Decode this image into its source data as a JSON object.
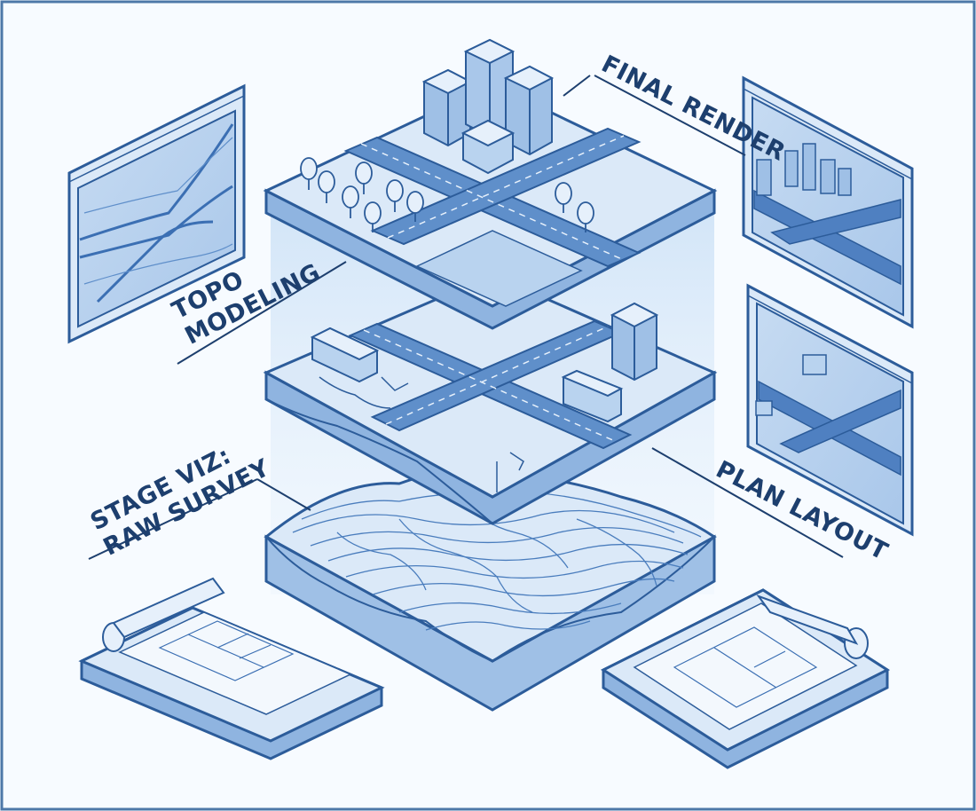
{
  "labels": {
    "final_render": "FINAL RENDER",
    "topo_line1": "TOPO",
    "topo_line2": "MODELING",
    "stage_line1": "STAGE VIZ:",
    "stage_line2": "RAW SURVEY",
    "plan_layout": "PLAN LAYOUT"
  },
  "colors": {
    "outline": "#2c5c9a",
    "fill_light": "#dbe9f8",
    "fill_mid": "#b9d3ef",
    "fill_dark": "#7fa7d6",
    "road": "#5f8fca",
    "glow": "#cfe3f7",
    "label": "#1d3f6e"
  }
}
